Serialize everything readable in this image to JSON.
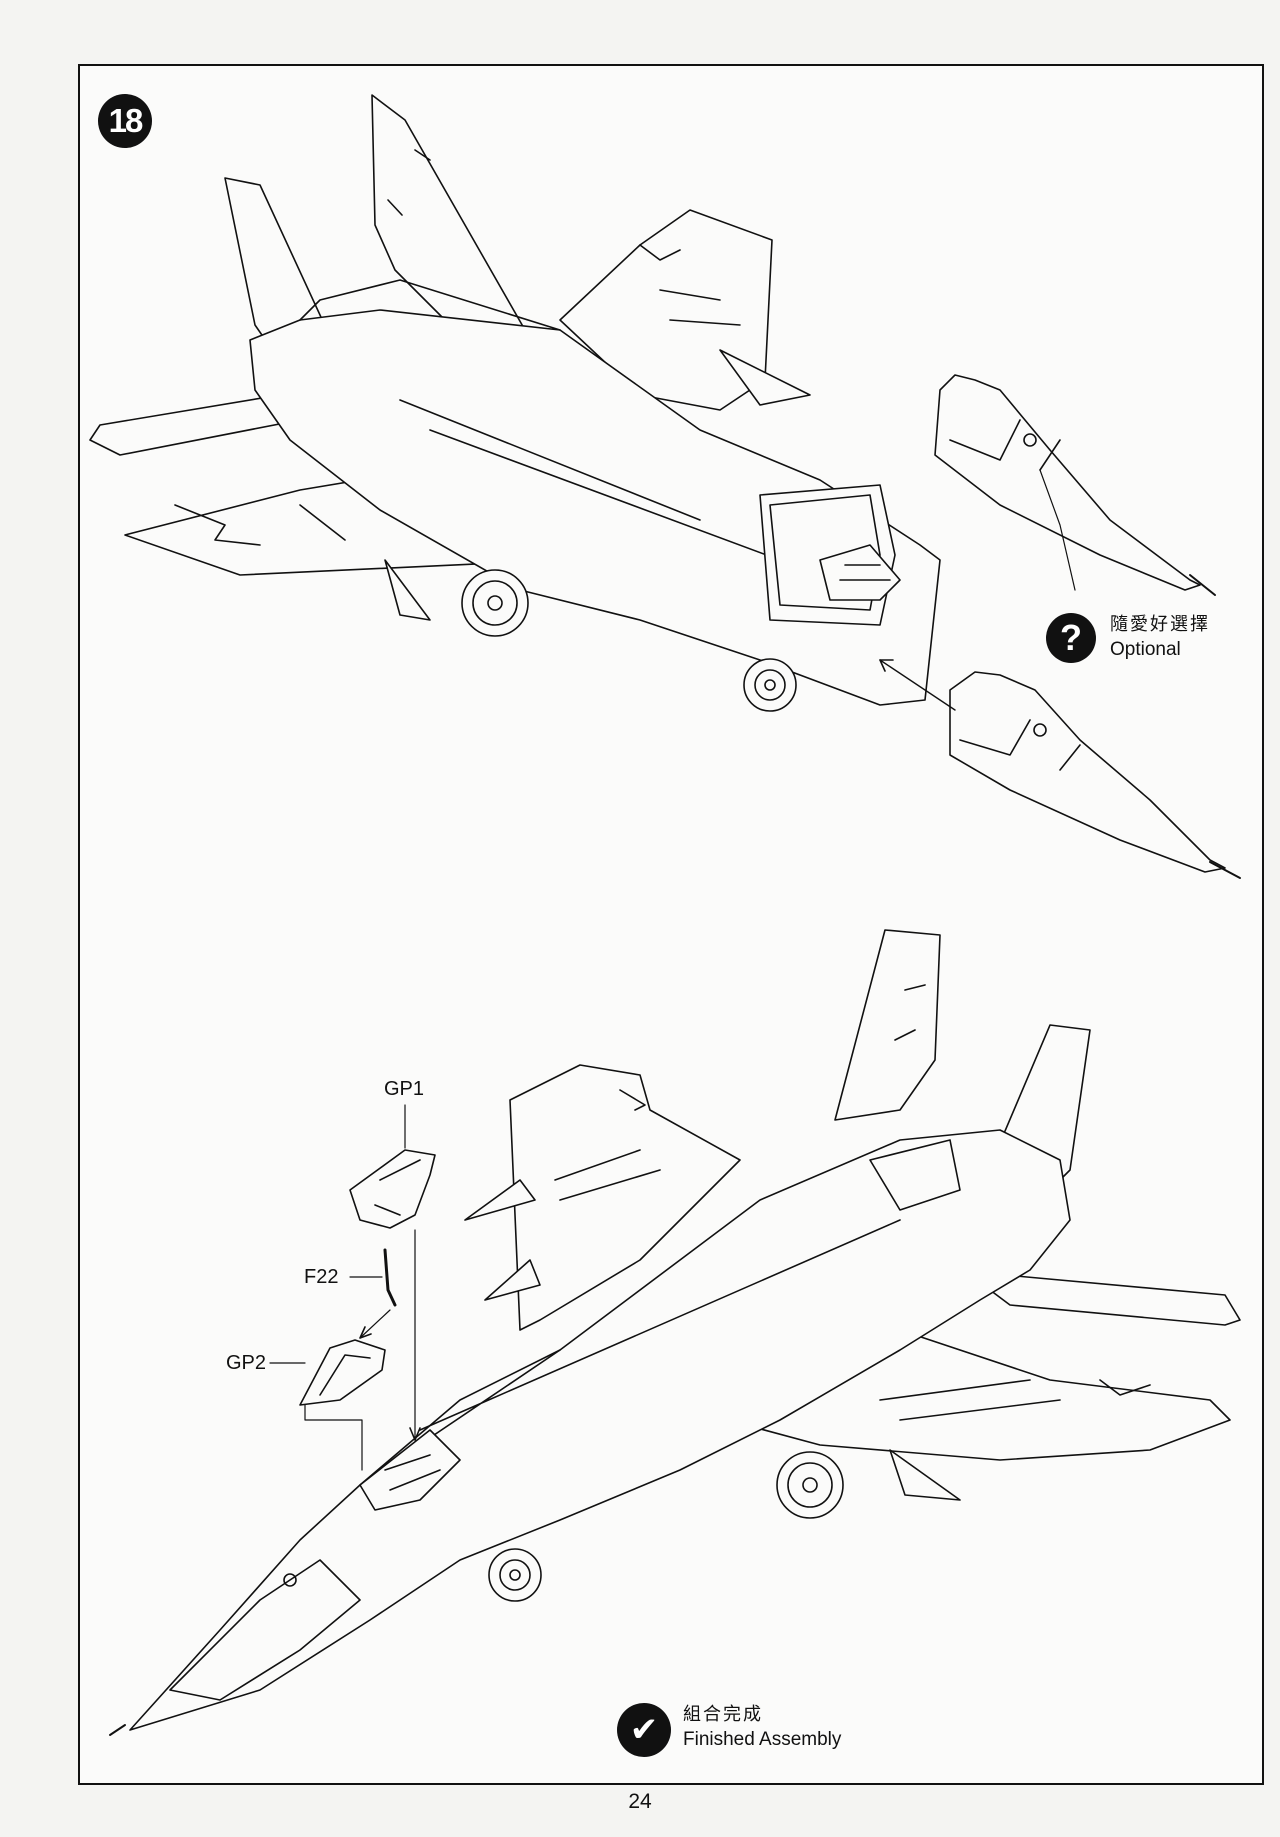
{
  "step": {
    "number": "18"
  },
  "optional_note": {
    "icon": "question-icon",
    "label_zh": "隨愛好選擇",
    "label_en": "Optional"
  },
  "part_labels": {
    "gp1": "GP1",
    "f22": "F22",
    "gp2": "GP2"
  },
  "finished_note": {
    "icon": "checkmark-icon",
    "label_zh": "組合完成",
    "label_en": "Finished Assembly"
  },
  "page": {
    "number": "24"
  }
}
